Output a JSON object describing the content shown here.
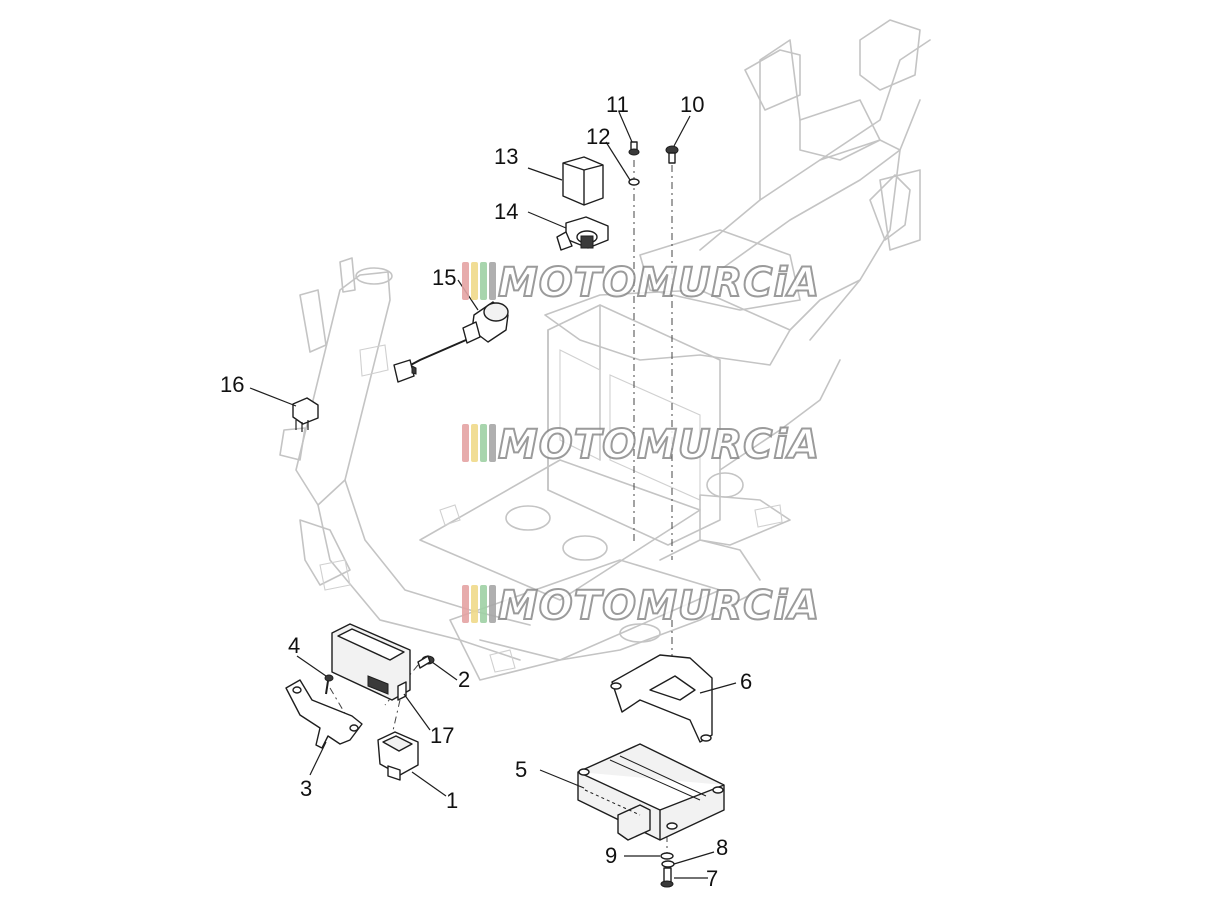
{
  "watermark": {
    "text": "MOTOMURCiA",
    "stripe_colors": [
      "#e4a3a3",
      "#f0d98a",
      "#9fd0a4",
      "#a6a6a6"
    ]
  },
  "callouts": {
    "c1": "1",
    "c2": "2",
    "c3": "3",
    "c4": "4",
    "c5": "5",
    "c6": "6",
    "c7": "7",
    "c8": "8",
    "c9": "9",
    "c10": "10",
    "c11": "11",
    "c12": "12",
    "c13": "13",
    "c14": "14",
    "c15": "15",
    "c16": "16",
    "c17": "17"
  }
}
